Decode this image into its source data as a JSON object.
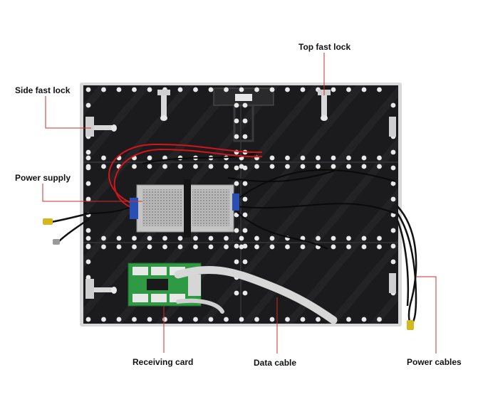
{
  "labels": {
    "top_fast_lock": "Top fast lock",
    "side_fast_lock": "Side fast lock",
    "power_supply": "Power supply",
    "receiving_card": "Receiving card",
    "data_cable": "Data cable",
    "power_cables": "Power cables"
  },
  "colors": {
    "background": "#ffffff",
    "panel": "#1b1b1d",
    "frame": "#d9d9d9",
    "leader_line": "#c9302c",
    "receiving_card": "#2e9a43",
    "power_supply": "#bdbdbd",
    "data_cable": "#d7d7d7",
    "wire_red": "#d0161b",
    "wire_black": "#0a0a0a",
    "label_text": "#111111"
  }
}
